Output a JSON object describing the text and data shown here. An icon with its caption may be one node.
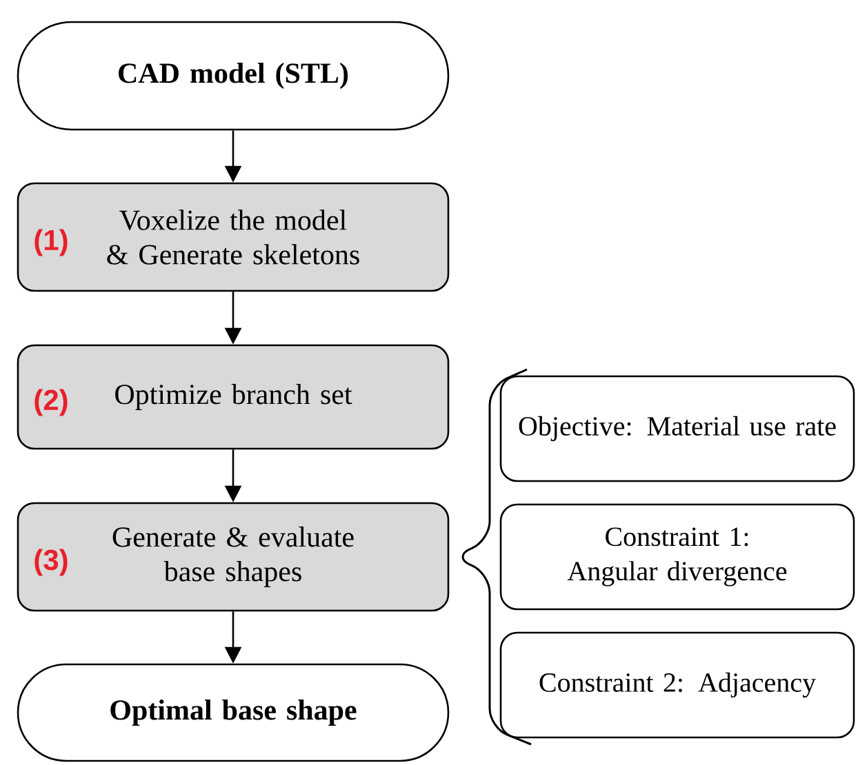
{
  "diagram": {
    "nodes": [
      {
        "text": [
          "CAD model (STL)"
        ]
      },
      {
        "text": [
          "(1)",
          "Voxelize the model & Generate skeletons"
        ]
      },
      {
        "text": [
          "(2)",
          "Optimize branch set"
        ]
      },
      {
        "text": [
          "(3)",
          "Generate & evaluate base shapes"
        ]
      },
      {
        "text": [
          "Optimal base shape"
        ]
      },
      {
        "text": [
          "Objective: Material use rate"
        ]
      },
      {
        "text": [
          "Constraint 1: Angular divergence"
        ]
      },
      {
        "text": [
          "Constraint 2: Adjacency"
        ]
      }
    ],
    "edges": [
      {
        "from": 0,
        "to": 1,
        "arrow": "to"
      },
      {
        "from": 1,
        "to": 2,
        "arrow": "to"
      },
      {
        "from": 2,
        "to": 3,
        "arrow": "to"
      },
      {
        "from": 3,
        "to": 4,
        "arrow": "to"
      }
    ]
  }
}
